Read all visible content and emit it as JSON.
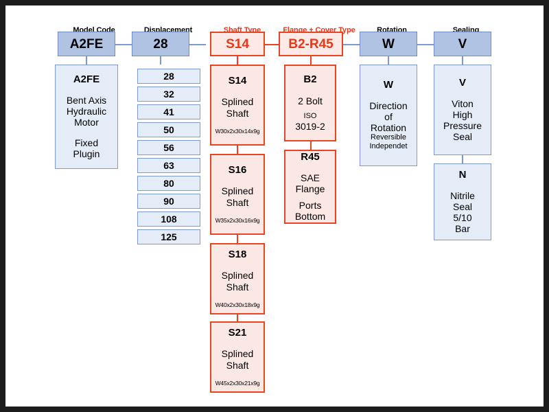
{
  "diagram": {
    "title_bar_color": "#000000",
    "background": "#ffffff",
    "blue_accent": "#7b9ad1",
    "red_accent": "#e8441f",
    "columns": [
      {
        "key": "model_code",
        "title": "Model Code",
        "color": "blue",
        "selected": "A2FE",
        "options": [
          {
            "code": "A2FE",
            "lines": [
              "Bent Axis",
              "Hydraulic",
              "Motor"
            ],
            "lines2": [
              "Fixed",
              "Plugin"
            ]
          }
        ]
      },
      {
        "key": "displacement",
        "title": "Displacement",
        "color": "blue",
        "selected": "28",
        "values": [
          "28",
          "32",
          "41",
          "50",
          "56",
          "63",
          "80",
          "90",
          "108",
          "125"
        ]
      },
      {
        "key": "shaft_type",
        "title": "Shaft Type",
        "color": "red",
        "selected": "S14",
        "options": [
          {
            "code": "S14",
            "lines": [
              "Splined",
              "Shaft"
            ],
            "spec": "W30x2x30x14x9g"
          },
          {
            "code": "S16",
            "lines": [
              "Splined",
              "Shaft"
            ],
            "spec": "W35x2x30x16x9g"
          },
          {
            "code": "S18",
            "lines": [
              "Splined",
              "Shaft"
            ],
            "spec": "W40x2x30x18x9g"
          },
          {
            "code": "S21",
            "lines": [
              "Splined",
              "Shaft"
            ],
            "spec": "W45x2x30x21x9g"
          }
        ]
      },
      {
        "key": "flange_cover_type",
        "title": "Flange + Cover Type",
        "color": "red",
        "selected": "B2-R45",
        "options": [
          {
            "code": "B2",
            "lines": [
              "2 Bolt"
            ],
            "small": "ISO",
            "lines2": [
              "3019-2"
            ]
          },
          {
            "code": "R45",
            "lines": [
              "SAE Flange"
            ],
            "lines2": [
              "Ports",
              "Bottom"
            ]
          }
        ]
      },
      {
        "key": "rotation",
        "title": "Rotation",
        "color": "blue",
        "selected": "W",
        "options": [
          {
            "code": "W",
            "lines": [
              "Direction",
              "of",
              "Rotation"
            ],
            "small_lines": [
              "Reversible",
              "Independet"
            ]
          }
        ]
      },
      {
        "key": "sealing",
        "title": "Sealing",
        "color": "blue",
        "selected": "V",
        "options": [
          {
            "code": "V",
            "lines": [
              "Viton",
              "High",
              "Pressure",
              "Seal"
            ]
          },
          {
            "code": "N",
            "lines": [
              "Nitrile",
              "Seal",
              "5/10",
              "Bar"
            ]
          }
        ]
      }
    ]
  }
}
